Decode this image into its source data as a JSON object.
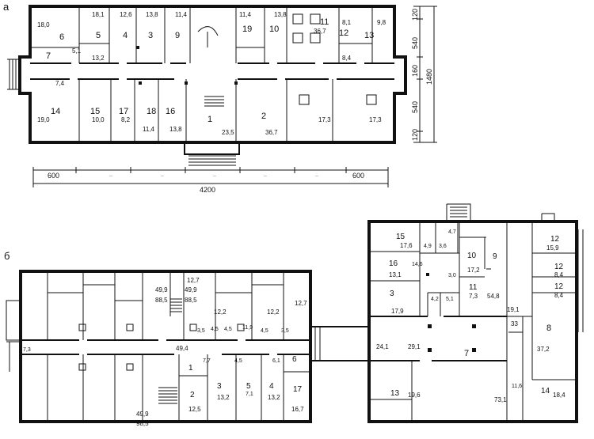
{
  "labels": {
    "a": "а",
    "b": "б"
  },
  "plan_a": {
    "rooms": [
      {
        "num": "6",
        "area": "18,0"
      },
      {
        "num": "5",
        "area": "18,1"
      },
      {
        "num": "4",
        "area": "12,6"
      },
      {
        "num": "3",
        "area": "13,8"
      },
      {
        "num": "9",
        "area": "11,4"
      },
      {
        "num": "19",
        "area": "11,4"
      },
      {
        "num": "10",
        "area": "13,8"
      },
      {
        "num": "11",
        "area": "36,7"
      },
      {
        "num": "12",
        "area": "8,1"
      },
      {
        "num": "13",
        "area": "9,8"
      },
      {
        "num": "7",
        "area": "5,1"
      },
      {
        "num": "",
        "area": "13,2"
      },
      {
        "num": "",
        "area": "8,4"
      },
      {
        "num": "",
        "area": "7,4"
      },
      {
        "num": "14",
        "area": "19,0"
      },
      {
        "num": "15",
        "area": "10,0"
      },
      {
        "num": "17",
        "area": "8,2"
      },
      {
        "num": "18",
        "area": "11,4"
      },
      {
        "num": "16",
        "area": "13,8"
      },
      {
        "num": "1",
        "area": "23,5"
      },
      {
        "num": "2",
        "area": "36,7"
      },
      {
        "num": "",
        "area": "17,3"
      },
      {
        "num": "",
        "area": "17,3"
      }
    ],
    "dims_horizontal": {
      "left": "600",
      "right": "600",
      "total": "4200",
      "ticks": [
        "..",
        "..",
        "..",
        "..",
        ".."
      ]
    },
    "dims_vertical": {
      "segments": [
        "120",
        "540",
        "160",
        "540",
        "120"
      ],
      "total": "1480"
    }
  },
  "plan_b_left": {
    "rooms": [
      {
        "num": "",
        "area": "49,9"
      },
      {
        "num": "",
        "area": "88,5"
      },
      {
        "num": "",
        "area": "12,7"
      },
      {
        "num": "",
        "area": "49,9"
      },
      {
        "num": "",
        "area": "88,5"
      },
      {
        "num": "",
        "area": "12,2"
      },
      {
        "num": "",
        "area": "12,2"
      },
      {
        "num": "",
        "area": "12,7"
      },
      {
        "num": "",
        "area": "4,5"
      },
      {
        "num": "",
        "area": "4,5"
      },
      {
        "num": "",
        "area": "11,9"
      },
      {
        "num": "",
        "area": "4,5"
      },
      {
        "num": "",
        "area": "3,5"
      },
      {
        "num": "",
        "area": "3,5"
      },
      {
        "num": "",
        "area": "49,4"
      },
      {
        "num": "",
        "area": "4,5"
      },
      {
        "num": "",
        "area": "6,1"
      },
      {
        "num": "1",
        "area": ""
      },
      {
        "num": "6",
        "area": ""
      },
      {
        "num": "",
        "area": "7,7"
      },
      {
        "num": "2",
        "area": "12,5"
      },
      {
        "num": "3",
        "area": "13,2"
      },
      {
        "num": "5",
        "area": "7,1"
      },
      {
        "num": "4",
        "area": "13,2"
      },
      {
        "num": "17",
        "area": "16,7"
      },
      {
        "num": "",
        "area": "49,9"
      },
      {
        "num": "",
        "area": "98,5"
      },
      {
        "num": "",
        "area": "7,3"
      }
    ]
  },
  "plan_b_right": {
    "rooms": [
      {
        "num": "15",
        "area": "17,6"
      },
      {
        "num": "",
        "area": "4,9"
      },
      {
        "num": "",
        "area": "3,6"
      },
      {
        "num": "",
        "area": "4,7"
      },
      {
        "num": "12",
        "area": "15,9"
      },
      {
        "num": "16",
        "area": "13,1"
      },
      {
        "num": "",
        "area": "14,6"
      },
      {
        "num": "10",
        "area": "17,2"
      },
      {
        "num": "9",
        "area": "54,8"
      },
      {
        "num": "12",
        "area": "8,4"
      },
      {
        "num": "12",
        "area": "8,4"
      },
      {
        "num": "",
        "area": "3,0"
      },
      {
        "num": "11",
        "area": "7,3"
      },
      {
        "num": "3",
        "area": "17,9"
      },
      {
        "num": "",
        "area": "4,2"
      },
      {
        "num": "",
        "area": "5,1"
      },
      {
        "num": "",
        "area": "19,1"
      },
      {
        "num": "",
        "area": "33"
      },
      {
        "num": "8",
        "area": "37,2"
      },
      {
        "num": "",
        "area": "24,1"
      },
      {
        "num": "",
        "area": "29,1"
      },
      {
        "num": "7",
        "area": "73,1"
      },
      {
        "num": "",
        "area": "11,6"
      },
      {
        "num": "13",
        "area": "19,6"
      },
      {
        "num": "14",
        "area": "18,4"
      }
    ]
  }
}
